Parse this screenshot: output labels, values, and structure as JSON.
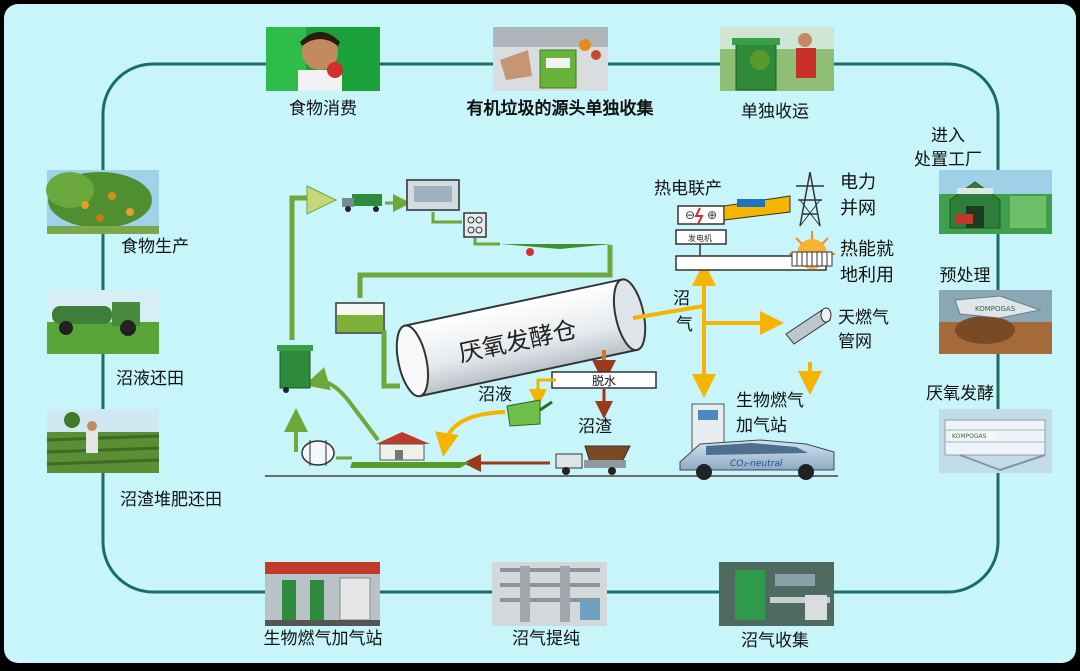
{
  "colors": {
    "background": "#c8f5fa",
    "frame": "#000000",
    "cycle_line": "#1c6e60",
    "green_arrow": "#6fa83a",
    "orange_arrow": "#f4b400",
    "brown_arrow": "#9b3a1a",
    "tank_fill": "#eef1f4"
  },
  "cycle": {
    "food_consumption": "食物消费",
    "source_sorting": "有机垃圾的源头单独收集",
    "separate_transport": "单独收运",
    "enter_plant_1": "进入",
    "enter_plant_2": "处置工厂",
    "food_production": "食物生产",
    "pretreatment": "预处理",
    "slurry_field": "沼液还田",
    "anaerobic_fermentation": "厌氧发酵",
    "residue_compost": "沼渣堆肥还田",
    "biogas_station": "生物燃气加气站",
    "biogas_purify": "沼气提纯",
    "biogas_collect": "沼气收集"
  },
  "process": {
    "tank": "厌氧发酵仓",
    "chp": "热电联产",
    "power_1": "电力",
    "power_2": "并网",
    "heat_1": "热能就",
    "heat_2": "地利用",
    "biogas_1": "沼",
    "biogas_2": "气",
    "gas_grid_1": "天燃气",
    "gas_grid_2": "管网",
    "dewater": "脱水",
    "slurry": "沼液",
    "residue": "沼渣",
    "station_1": "生物燃气",
    "station_2": "加气站",
    "car_text": "CO₂-neutral",
    "generator_label": "发电机",
    "heat_block": "——",
    "plant_sign": "KOMPOGAS"
  }
}
